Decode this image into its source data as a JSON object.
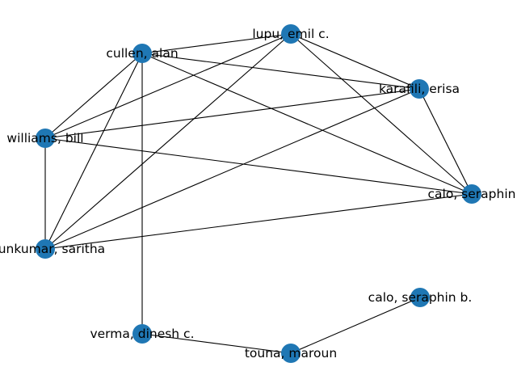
{
  "graph": {
    "node_color": "#1f77b4",
    "edge_color": "#000000",
    "nodes": [
      {
        "id": "lupu",
        "label": "lupu, emil c."
      },
      {
        "id": "cullen",
        "label": "cullen, alan"
      },
      {
        "id": "karafili",
        "label": "karafili, erisa"
      },
      {
        "id": "williams",
        "label": "williams, bill"
      },
      {
        "id": "calo1",
        "label": "calo, seraphin"
      },
      {
        "id": "arunkumar",
        "label": "arunkumar, saritha"
      },
      {
        "id": "calo2",
        "label": "calo, seraphin b."
      },
      {
        "id": "verma",
        "label": "verma, dinesh c."
      },
      {
        "id": "touna",
        "label": "touna, maroun"
      }
    ],
    "edges": [
      [
        "cullen",
        "lupu"
      ],
      [
        "cullen",
        "karafili"
      ],
      [
        "cullen",
        "williams"
      ],
      [
        "cullen",
        "arunkumar"
      ],
      [
        "cullen",
        "calo1"
      ],
      [
        "cullen",
        "verma"
      ],
      [
        "lupu",
        "karafili"
      ],
      [
        "lupu",
        "williams"
      ],
      [
        "lupu",
        "arunkumar"
      ],
      [
        "lupu",
        "calo1"
      ],
      [
        "karafili",
        "williams"
      ],
      [
        "karafili",
        "calo1"
      ],
      [
        "karafili",
        "arunkumar"
      ],
      [
        "williams",
        "calo1"
      ],
      [
        "williams",
        "arunkumar"
      ],
      [
        "arunkumar",
        "calo1"
      ],
      [
        "verma",
        "touna"
      ],
      [
        "touna",
        "calo2"
      ]
    ]
  }
}
